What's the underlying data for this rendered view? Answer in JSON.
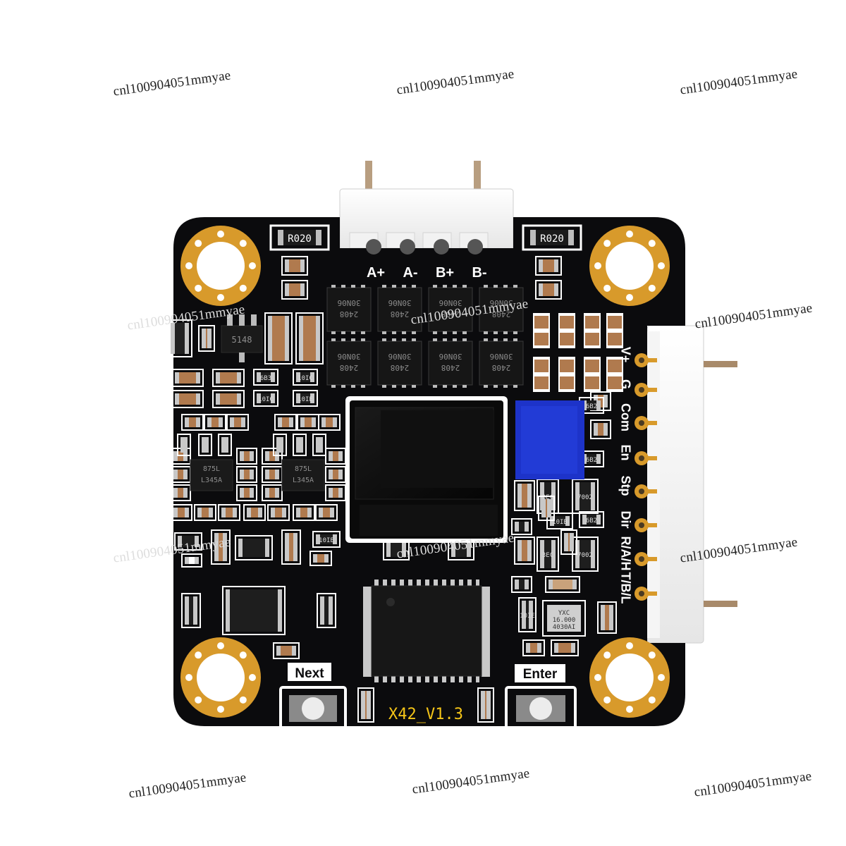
{
  "board": {
    "version_label": "X42_V1.3",
    "silk_color": "#ffffff",
    "accent_color": "#f5c518",
    "pcb_color": "#0b0b0d",
    "motor_pins": [
      "A+",
      "A-",
      "B+",
      "B-"
    ],
    "side_pins": [
      "V+",
      "G",
      "Com",
      "En",
      "Stp",
      "Dir",
      "R/A/H",
      "T/B/L"
    ],
    "buttons": {
      "next": "Next",
      "enter": "Enter"
    },
    "resistor_labels": [
      "R020",
      "R020"
    ],
    "mosfet_labels": [
      "30N06",
      "2408"
    ],
    "ic_labels": [
      "5148",
      "875L",
      "L345A"
    ],
    "crystal_label": [
      "YXC",
      "16.000",
      "4030AI"
    ],
    "smd_codes": [
      "6B3",
      "10IC",
      "10IE",
      "6B2",
      "7002",
      "3EC",
      "10IB",
      "1E33"
    ]
  },
  "watermark": "cnl100904051mmyae"
}
